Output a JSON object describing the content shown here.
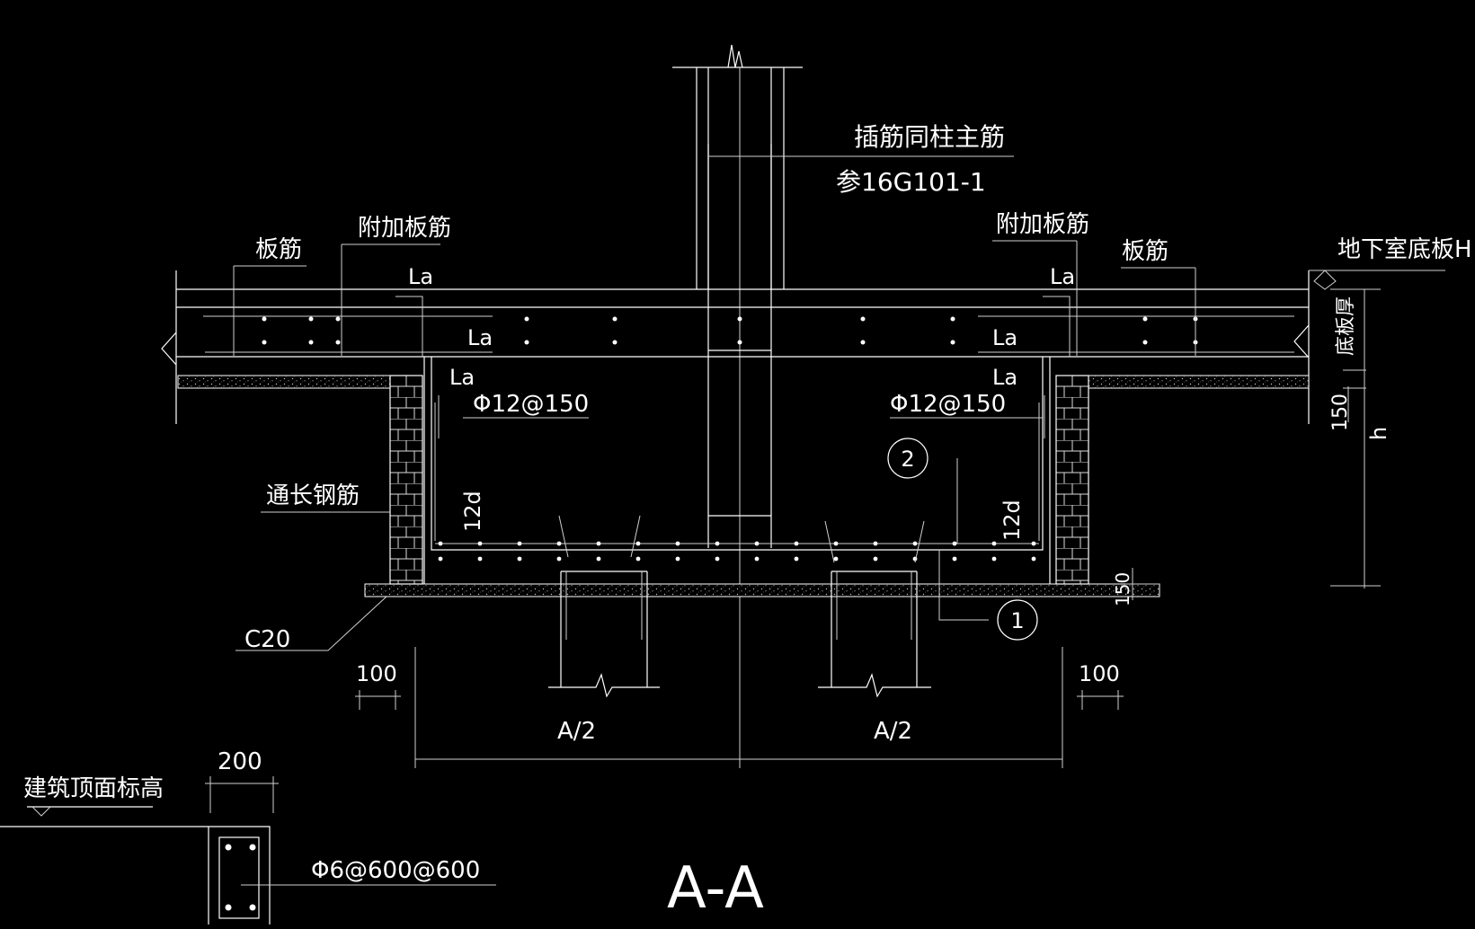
{
  "colors": {
    "background": "#000000",
    "linework": "#ffffff",
    "hatch": "#bdbdbd"
  },
  "labels": {
    "dowel": "插筋同柱主筋",
    "dowel_ref": "参16G101-1",
    "slab_bar_left": "板筋",
    "extra_bar_left": "附加板筋",
    "extra_bar_right": "附加板筋",
    "slab_bar_right": "板筋",
    "basement_slab": "地下室底板H",
    "slab_thick": "底板厚",
    "la_1": "La",
    "la_2": "La",
    "la_3": "La",
    "la_4": "La",
    "la_5": "La",
    "la_6": "La",
    "rebar_left": "Φ12@150",
    "rebar_right": "Φ12@150",
    "continuous_bar": "通长钢筋",
    "hook_left": "12d",
    "hook_right": "12d",
    "dim_150_right": "150",
    "dim_h": "h",
    "dim_150_bottom": "150",
    "concrete": "C20",
    "dim_100_left": "100",
    "dim_100_right": "100",
    "dim_a2_left": "A/2",
    "dim_a2_right": "A/2",
    "dim_200": "200",
    "roof_level": "建筑顶面标高",
    "tie_bar": "Φ6@600@600",
    "section_title": "A-A",
    "callout_1": "1",
    "callout_2": "2"
  }
}
